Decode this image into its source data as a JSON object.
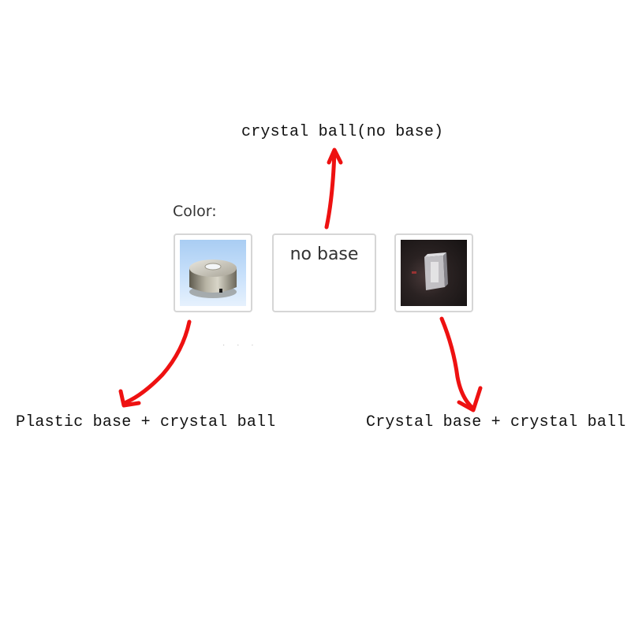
{
  "annotations": {
    "top": "crystal ball(no base)",
    "left": "Plastic base + crystal ball",
    "right": "Crystal base + crystal ball"
  },
  "selector": {
    "label": "Color:",
    "options": [
      {
        "name": "plastic base",
        "icon": "plastic-base-thumbnail"
      },
      {
        "name": "no base",
        "label": "no base"
      },
      {
        "name": "crystal base",
        "icon": "crystal-base-thumbnail"
      }
    ]
  },
  "colors": {
    "arrow": "#ee1111",
    "border": "#d6d6d6",
    "text": "#333333"
  }
}
